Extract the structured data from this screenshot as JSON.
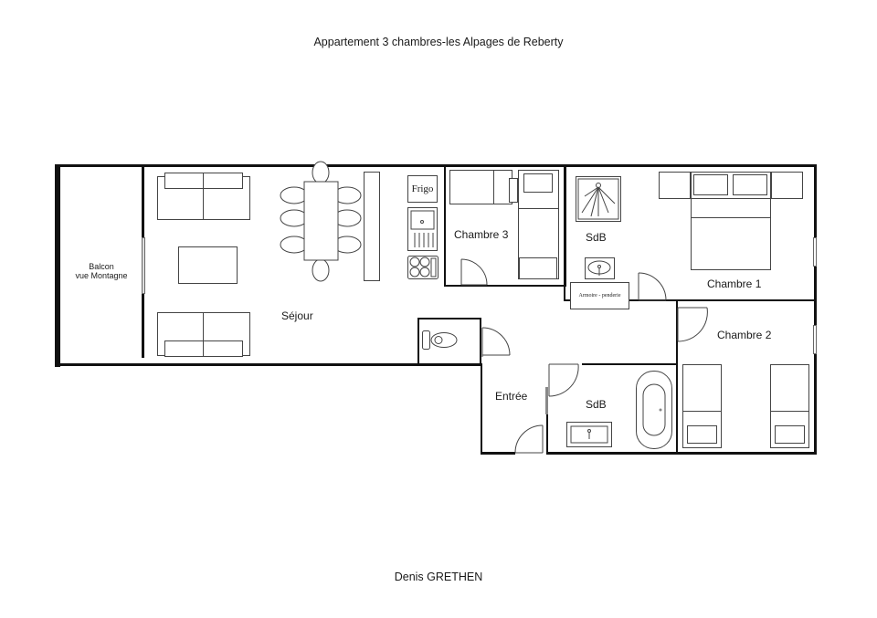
{
  "document": {
    "title": "Appartement 3 chambres-les Alpages de Reberty",
    "author": "Denis GRETHEN"
  },
  "rooms": {
    "balcon": {
      "line1": "Balcon",
      "line2": "vue Montagne"
    },
    "sejour": "Séjour",
    "chambre1": "Chambre 1",
    "chambre2": "Chambre 2",
    "chambre3": "Chambre 3",
    "sdb_upper": "SdB",
    "sdb_lower": "SdB",
    "entree": "Entrée"
  },
  "fixtures": {
    "frigo": "Frigo",
    "armoire": "Armoire - penderie"
  },
  "colors": {
    "wall": "#111111",
    "line": "#444444",
    "background": "#ffffff"
  }
}
